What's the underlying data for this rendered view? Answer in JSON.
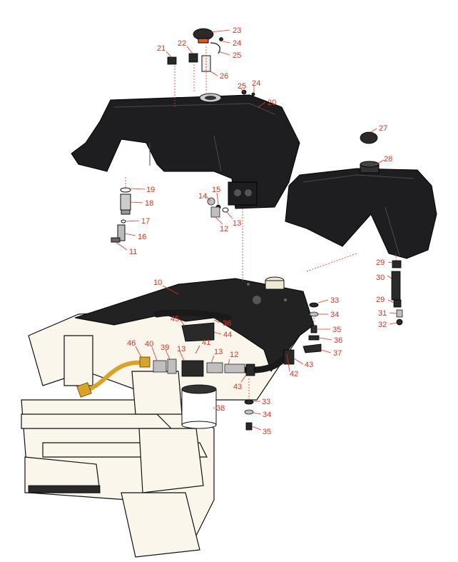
{
  "diagram": {
    "callouts": [
      {
        "id": "c23",
        "label": "23"
      },
      {
        "id": "c24a",
        "label": "24"
      },
      {
        "id": "c25a",
        "label": "25"
      },
      {
        "id": "c21",
        "label": "21"
      },
      {
        "id": "c22",
        "label": "22"
      },
      {
        "id": "c26",
        "label": "26"
      },
      {
        "id": "c25b",
        "label": "25"
      },
      {
        "id": "c24b",
        "label": "24"
      },
      {
        "id": "c20",
        "label": "20"
      },
      {
        "id": "c27",
        "label": "27"
      },
      {
        "id": "c28",
        "label": "28"
      },
      {
        "id": "c19",
        "label": "19"
      },
      {
        "id": "c18",
        "label": "18"
      },
      {
        "id": "c17",
        "label": "17"
      },
      {
        "id": "c16",
        "label": "16"
      },
      {
        "id": "c11",
        "label": "11"
      },
      {
        "id": "c14",
        "label": "14"
      },
      {
        "id": "c15",
        "label": "15"
      },
      {
        "id": "c13a",
        "label": "13"
      },
      {
        "id": "c12a",
        "label": "12"
      },
      {
        "id": "c29a",
        "label": "29"
      },
      {
        "id": "c30",
        "label": "30"
      },
      {
        "id": "c29b",
        "label": "29"
      },
      {
        "id": "c31",
        "label": "31"
      },
      {
        "id": "c32",
        "label": "32"
      },
      {
        "id": "c10",
        "label": "10"
      },
      {
        "id": "c33a",
        "label": "33"
      },
      {
        "id": "c34a",
        "label": "34"
      },
      {
        "id": "c35a",
        "label": "35"
      },
      {
        "id": "c36a",
        "label": "36"
      },
      {
        "id": "c36b",
        "label": "36"
      },
      {
        "id": "c37",
        "label": "37"
      },
      {
        "id": "c45",
        "label": "45"
      },
      {
        "id": "c44",
        "label": "44"
      },
      {
        "id": "c46",
        "label": "46"
      },
      {
        "id": "c40",
        "label": "40"
      },
      {
        "id": "c39",
        "label": "39"
      },
      {
        "id": "c13b",
        "label": "13"
      },
      {
        "id": "c41",
        "label": "41"
      },
      {
        "id": "c13c",
        "label": "13"
      },
      {
        "id": "c12b",
        "label": "12"
      },
      {
        "id": "c42",
        "label": "42"
      },
      {
        "id": "c43a",
        "label": "43"
      },
      {
        "id": "c43b",
        "label": "43"
      },
      {
        "id": "c38",
        "label": "38"
      },
      {
        "id": "c33b",
        "label": "33"
      },
      {
        "id": "c34b",
        "label": "34"
      },
      {
        "id": "c35b",
        "label": "35"
      }
    ]
  }
}
